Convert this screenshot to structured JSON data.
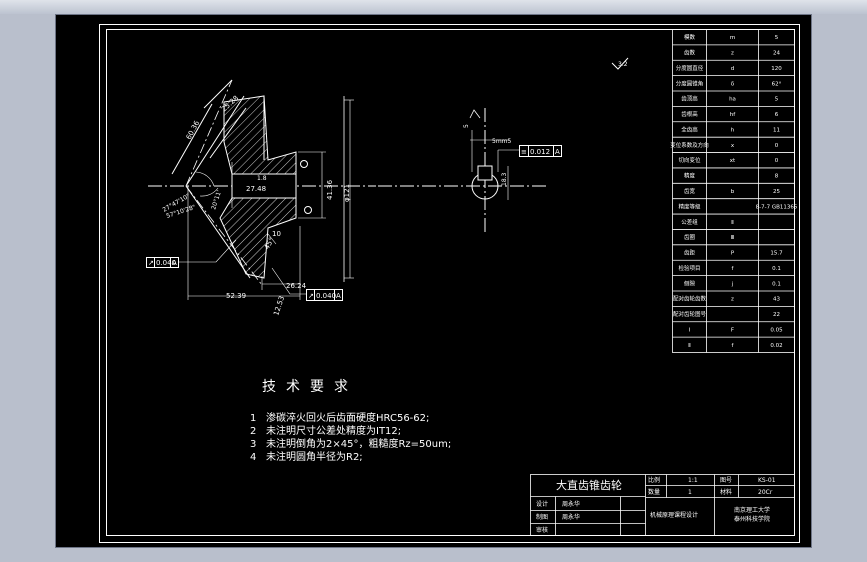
{
  "colors": {
    "paper": "#000000",
    "line": "#ffffff",
    "dim": "#ffffff",
    "frame_outer": "#b9bfcc"
  },
  "drawing": {
    "roughness_note": "3.2",
    "dims": {
      "cone_slant": "60.36",
      "face_width": "25.28",
      "bore_small": "1.8",
      "bore_mid": "27.48",
      "hub_dia": "41.36",
      "outer_dia": "φ121",
      "angle_a": "27°47'10\"",
      "angle_b": "57°10'28\"",
      "angle_c": "20°11'",
      "hub_len": "10",
      "chamfer": "45°",
      "back_cone": "26.24",
      "len_total": "52.39",
      "len_b": "12.53",
      "keyway_w": "5",
      "keyway_h": "18.3"
    },
    "tol": {
      "runout_left": "0.040",
      "runout_bottom": "0.040",
      "sym": "0.012",
      "datum": "A",
      "key_label": "5mm5"
    }
  },
  "param_table": {
    "rows": [
      {
        "label": "模数",
        "sym": "m",
        "val": "5"
      },
      {
        "label": "齿数",
        "sym": "z",
        "val": "24"
      },
      {
        "label": "分度圆直径",
        "sym": "d",
        "val": "120"
      },
      {
        "label": "分度圆锥角",
        "sym": "δ",
        "val": "62°"
      },
      {
        "label": "齿顶高",
        "sym": "ha",
        "val": "5"
      },
      {
        "label": "齿根高",
        "sym": "hf",
        "val": "6"
      },
      {
        "label": "全齿高",
        "sym": "h",
        "val": "11"
      },
      {
        "label": "变位系数及方向",
        "sym": "x",
        "val": "0"
      },
      {
        "label": "切向变位",
        "sym": "xt",
        "val": "0"
      },
      {
        "label": "精度",
        "sym": "",
        "val": "8"
      },
      {
        "label": "齿宽",
        "sym": "b",
        "val": "25"
      },
      {
        "label": "精度等级",
        "sym": "",
        "val": "8-7-7 GB11365"
      },
      {
        "label": "公差组",
        "sym": "Ⅱ",
        "val": ""
      },
      {
        "label": "齿圈",
        "sym": "Ⅲ",
        "val": ""
      },
      {
        "label": "齿距",
        "sym": "P",
        "val": "15.7"
      },
      {
        "label": "检验项目",
        "sym": "f",
        "val": "0.1"
      },
      {
        "label": "侧隙",
        "sym": "j",
        "val": "0.1"
      },
      {
        "label": "配对齿轮齿数",
        "sym": "z",
        "val": "43"
      },
      {
        "label": "配对齿轮图号",
        "sym": "",
        "val": "22"
      },
      {
        "label": "Ⅰ",
        "sym": "F",
        "val": "0.05"
      },
      {
        "label": "Ⅱ",
        "sym": "f",
        "val": "0.02"
      }
    ]
  },
  "tech": {
    "title": "技术要求",
    "items": [
      {
        "num": "1",
        "text": "渗碳淬火回火后齿面硬度HRC56-62;"
      },
      {
        "num": "2",
        "text": "未注明尺寸公差处精度为IT12;"
      },
      {
        "num": "3",
        "text": "未注明倒角为2×45°，粗糙度Rz=50um;"
      },
      {
        "num": "4",
        "text": "未注明圆角半径为R2;"
      }
    ]
  },
  "title_block": {
    "part_name": "大直齿锥齿轮",
    "scale_label": "比例",
    "scale": "1:1",
    "drawing_no_label": "图号",
    "drawing_no": "KS-01",
    "qty_label": "数量",
    "qty": "1",
    "material_label": "材料",
    "material": "20Cr",
    "designer_label": "设计",
    "designer": "周永华",
    "drafter_label": "制图",
    "drafter": "周永华",
    "checker_label": "审核",
    "course": "机械原理课程设计",
    "school_line1": "南京理工大学",
    "school_line2": "泰州科技学院"
  }
}
